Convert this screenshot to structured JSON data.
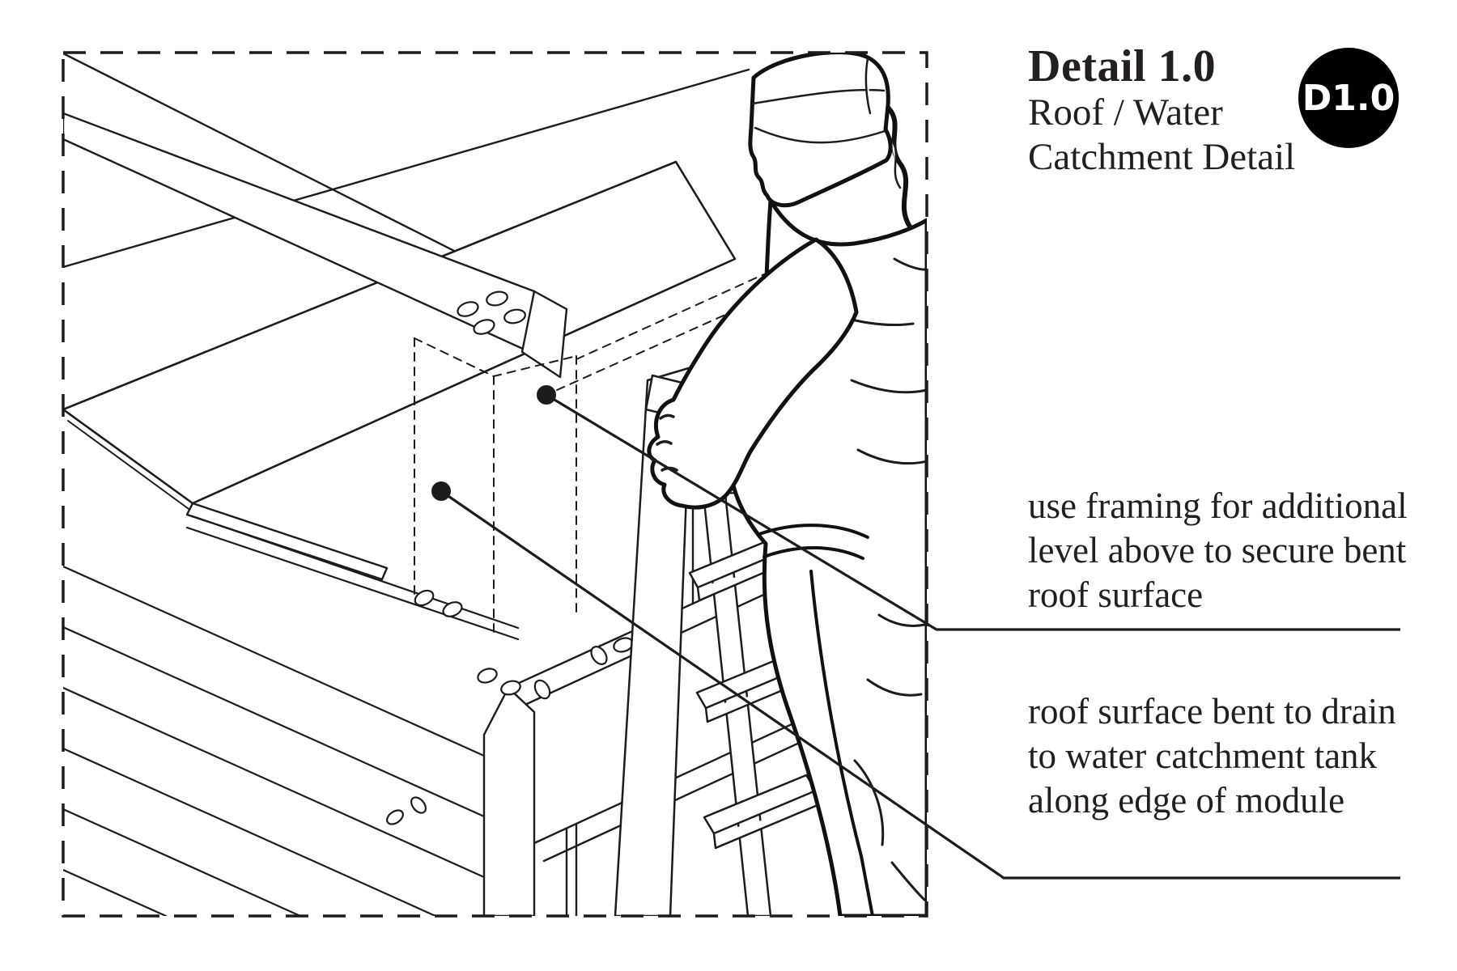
{
  "page": {
    "background": "#ffffff",
    "ink_color": "#1c1c1c",
    "text_color": "#231f20"
  },
  "header": {
    "title": "Detail 1.0",
    "subtitle_line1": "Roof / Water",
    "subtitle_line2": "Catchment Detail",
    "badge": "D1.0",
    "badge_bg": "#000000",
    "badge_text_color": "#ffffff"
  },
  "annotations": [
    {
      "lines": [
        "use framing for additional",
        "level above to secure bent",
        "roof surface"
      ]
    },
    {
      "lines": [
        "roof surface bent to drain",
        "to water catchment tank",
        "along edge of module"
      ]
    }
  ],
  "drawing": {
    "description": "axonometric line drawing: worker on step ladder at roof edge of framed module with bent roof surface",
    "callout_count": "2"
  }
}
